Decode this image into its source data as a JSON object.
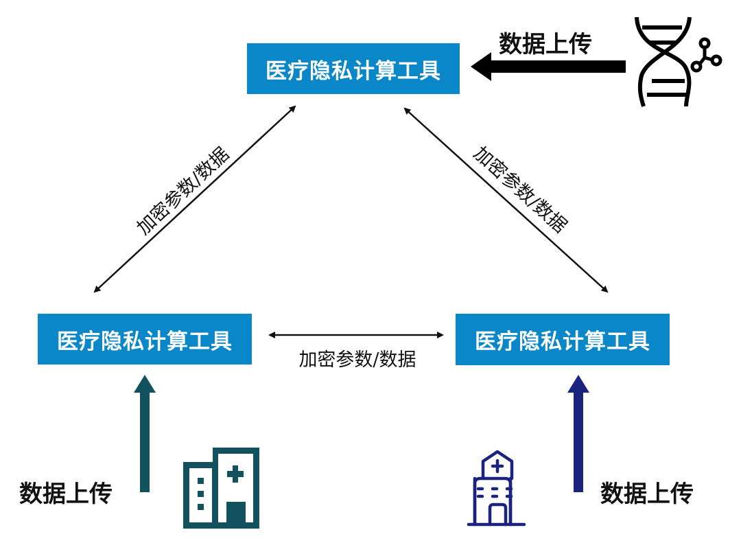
{
  "nodes": {
    "top": "医疗隐私计算工具",
    "left": "医疗隐私计算工具",
    "right": "医疗隐私计算工具"
  },
  "edges": {
    "left_top": "加密参数/数据",
    "right_top": "加密参数/数据",
    "left_right": "加密参数/数据"
  },
  "uploads": {
    "dna": "数据上传",
    "hospital_left": "数据上传",
    "hospital_right": "数据上传"
  },
  "colors": {
    "box": "#0a87c9",
    "teal": "#12525f",
    "navy": "#1a237e"
  }
}
